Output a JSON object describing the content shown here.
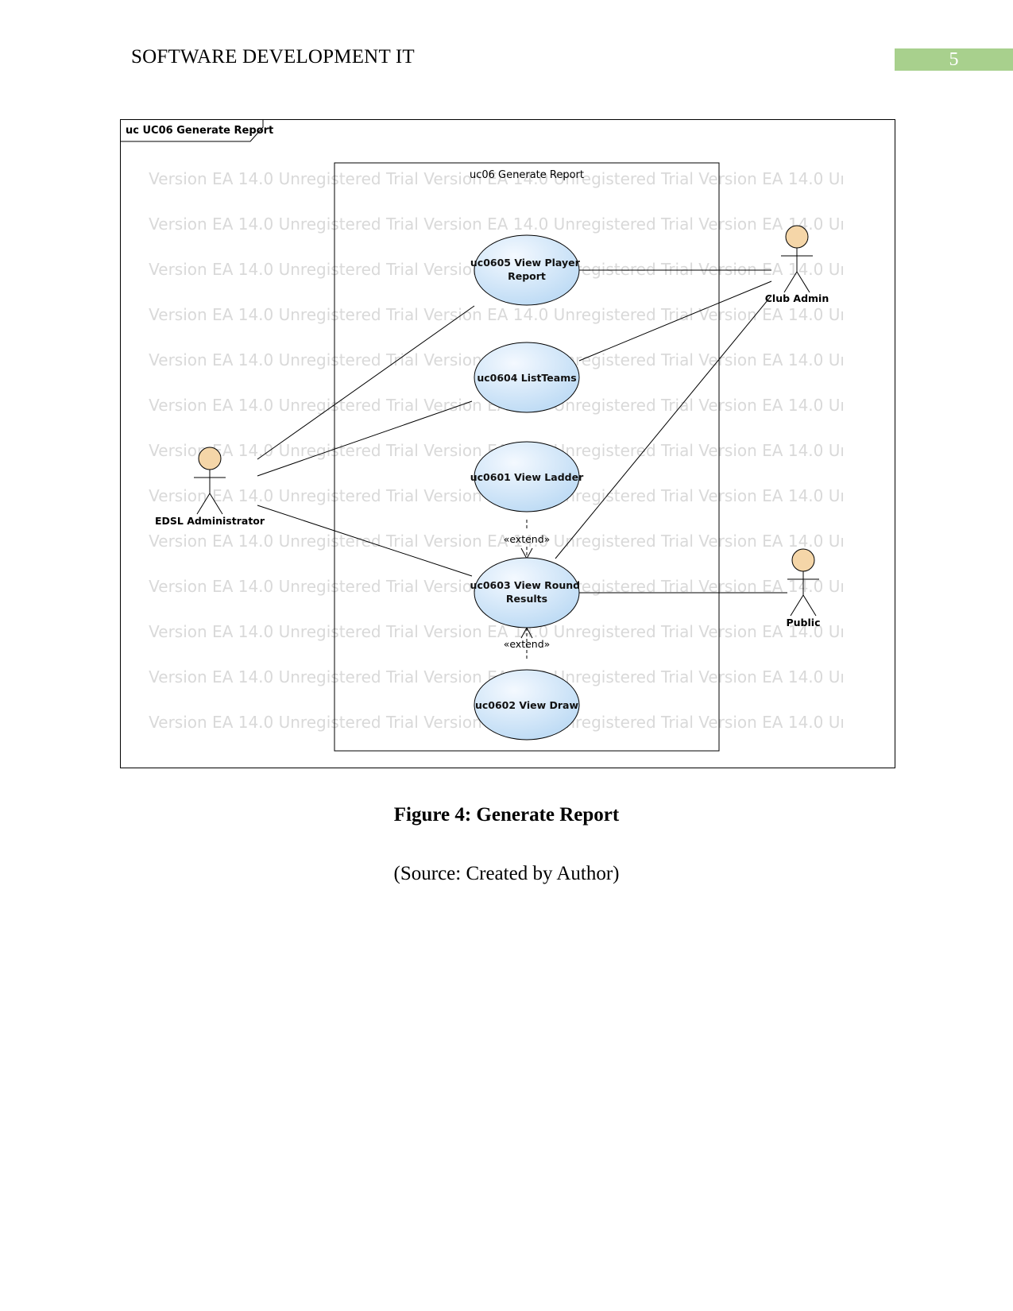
{
  "header": {
    "running_title": "SOFTWARE DEVELOPMENT IT",
    "page_number": "5",
    "page_number_bar_color": "#a8d08d"
  },
  "diagram": {
    "frame_label": "uc UC06 Generate Report",
    "boundary_label": "uc06 Generate Report",
    "watermark_text": "EA 14.0 Unregistered Trial Version",
    "use_cases": {
      "uc0605": "uc0605 View Player Report",
      "uc0604": "uc0604 ListTeams",
      "uc0601": "uc0601 View Ladder",
      "uc0603": "uc0603 View Round Results",
      "uc0602": "uc0602 View Draw"
    },
    "actors": {
      "edsl_admin": "EDSL Administrator",
      "club_admin": "Club Admin",
      "public": "Public"
    },
    "extend_label": "«extend»",
    "colors": {
      "usecase_fill_light": "#f4f9ff",
      "usecase_fill_dark": "#bcdaf4",
      "actor_head": "#f5d6a8"
    }
  },
  "caption": {
    "title": "Figure 4: Generate Report",
    "source": "(Source: Created by Author)"
  }
}
